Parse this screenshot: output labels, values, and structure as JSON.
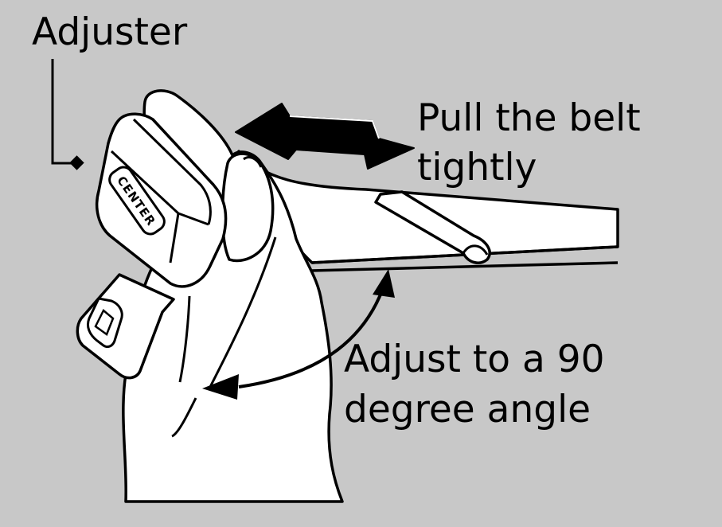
{
  "labels": {
    "adjuster": "Adjuster",
    "pull_line_1": "Pull the belt",
    "pull_line_2": "tightly",
    "angle_line_1": "Adjust to a 90",
    "angle_line_2": "degree angle"
  },
  "anchor_plate_text": "CENTER",
  "colors": {
    "background": "#c8c8c8",
    "fill": "#ffffff",
    "ink": "#000000"
  }
}
